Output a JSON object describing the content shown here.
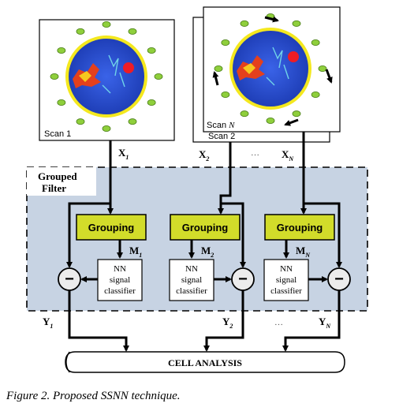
{
  "colors": {
    "filter_bg": "#c7d3e3",
    "grouping_bg": "#d2dc2a",
    "sensor_green": "#8fcf3c",
    "disc_blue": "#2a4fd6",
    "ring_yellow": "#f4e81e",
    "target_red": "#ee1c25"
  },
  "scans": {
    "scan1_label": "Scan 1",
    "scan2_label": "Scan 2",
    "scanN_label": "Scan",
    "scanN_subscript": "N"
  },
  "inputs": {
    "x1": "X",
    "x1_sub": "1",
    "x2": "X",
    "x2_sub": "2",
    "xn": "X",
    "xn_sub": "N",
    "ellipsis_top": "…"
  },
  "filter": {
    "title_line1": "Grouped",
    "title_line2": "Filter"
  },
  "stages": [
    {
      "grouping": "Grouping",
      "m": "M",
      "m_sub": "1",
      "nn_line1": "NN",
      "nn_line2": "signal",
      "nn_line3": "classifier",
      "y": "Y",
      "y_sub": "1"
    },
    {
      "grouping": "Grouping",
      "m": "M",
      "m_sub": "2",
      "nn_line1": "NN",
      "nn_line2": "signal",
      "nn_line3": "classifier",
      "y": "Y",
      "y_sub": "2"
    },
    {
      "grouping": "Grouping",
      "m": "M",
      "m_sub": "N",
      "nn_line1": "NN",
      "nn_line2": "signal",
      "nn_line3": "classifier",
      "y": "Y",
      "y_sub": "N"
    }
  ],
  "subtract_symbol": "−",
  "ellipsis_bottom": "…",
  "cell_analysis": "CELL ANALYSIS",
  "caption": "Figure 2. Proposed SSNN technique."
}
